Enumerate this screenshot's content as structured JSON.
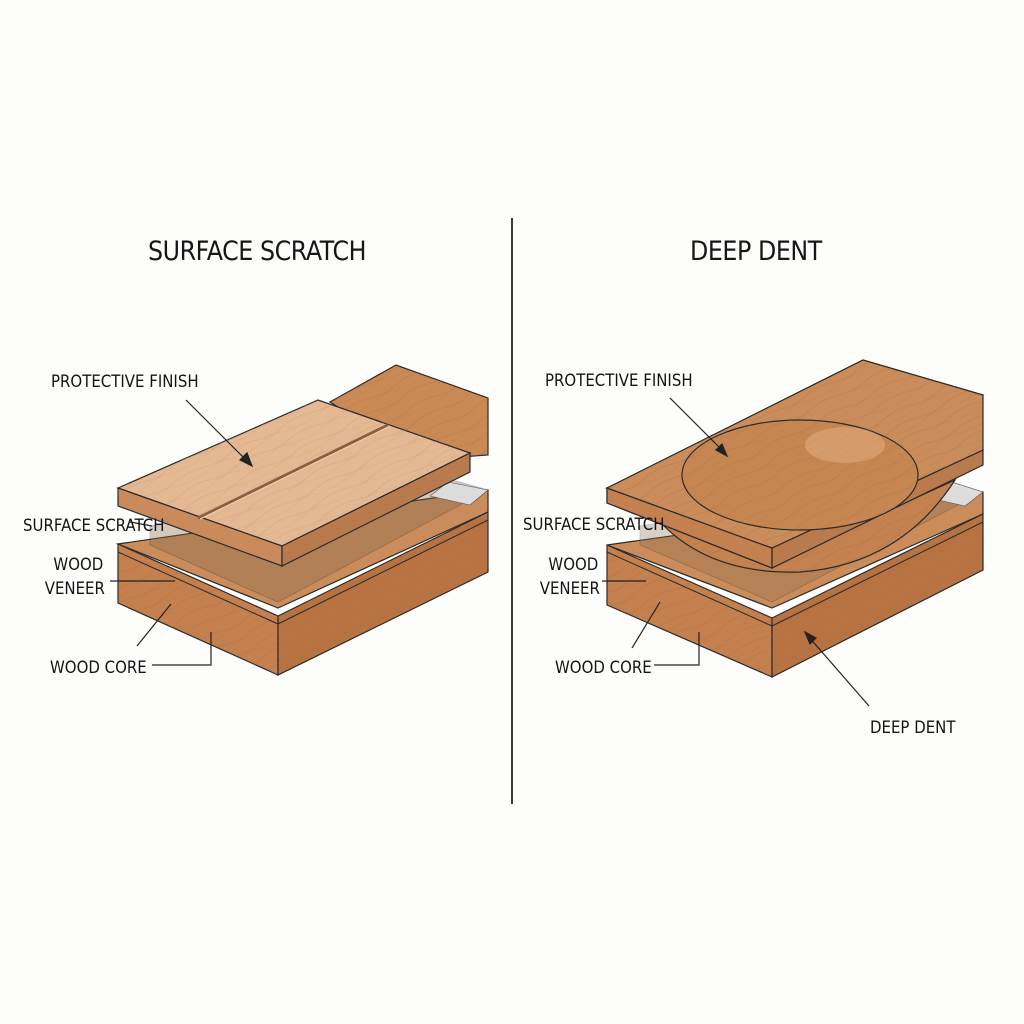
{
  "panels": [
    {
      "title": "SURFACE SCRATCH",
      "labels": {
        "protective_finish": "PROTECTIVE FINISH",
        "surface_scratch": "SURFACE SCRATCH",
        "wood_veneer_line1": "WOOD",
        "wood_veneer_line2": "VENEER",
        "wood_core": "WOOD CORE"
      }
    },
    {
      "title": "DEEP DENT",
      "labels": {
        "protective_finish": "PROTECTIVE FINISH",
        "surface_scratch": "SURFACE SCRATCH",
        "wood_veneer_line1": "WOOD",
        "wood_veneer_line2": "VENEER",
        "wood_core": "WOOD CORE",
        "deep_dent": "DEEP DENT"
      }
    }
  ],
  "colors": {
    "background": "#fdfdfc",
    "finish_top": "#e2b48f",
    "finish_edge": "#c98b5c",
    "wood_top": "#c88a58",
    "wood_side_front": "#c4804e",
    "wood_side_right": "#b87343",
    "film": "#d8d8d8",
    "outline": "#2a2a2a"
  }
}
